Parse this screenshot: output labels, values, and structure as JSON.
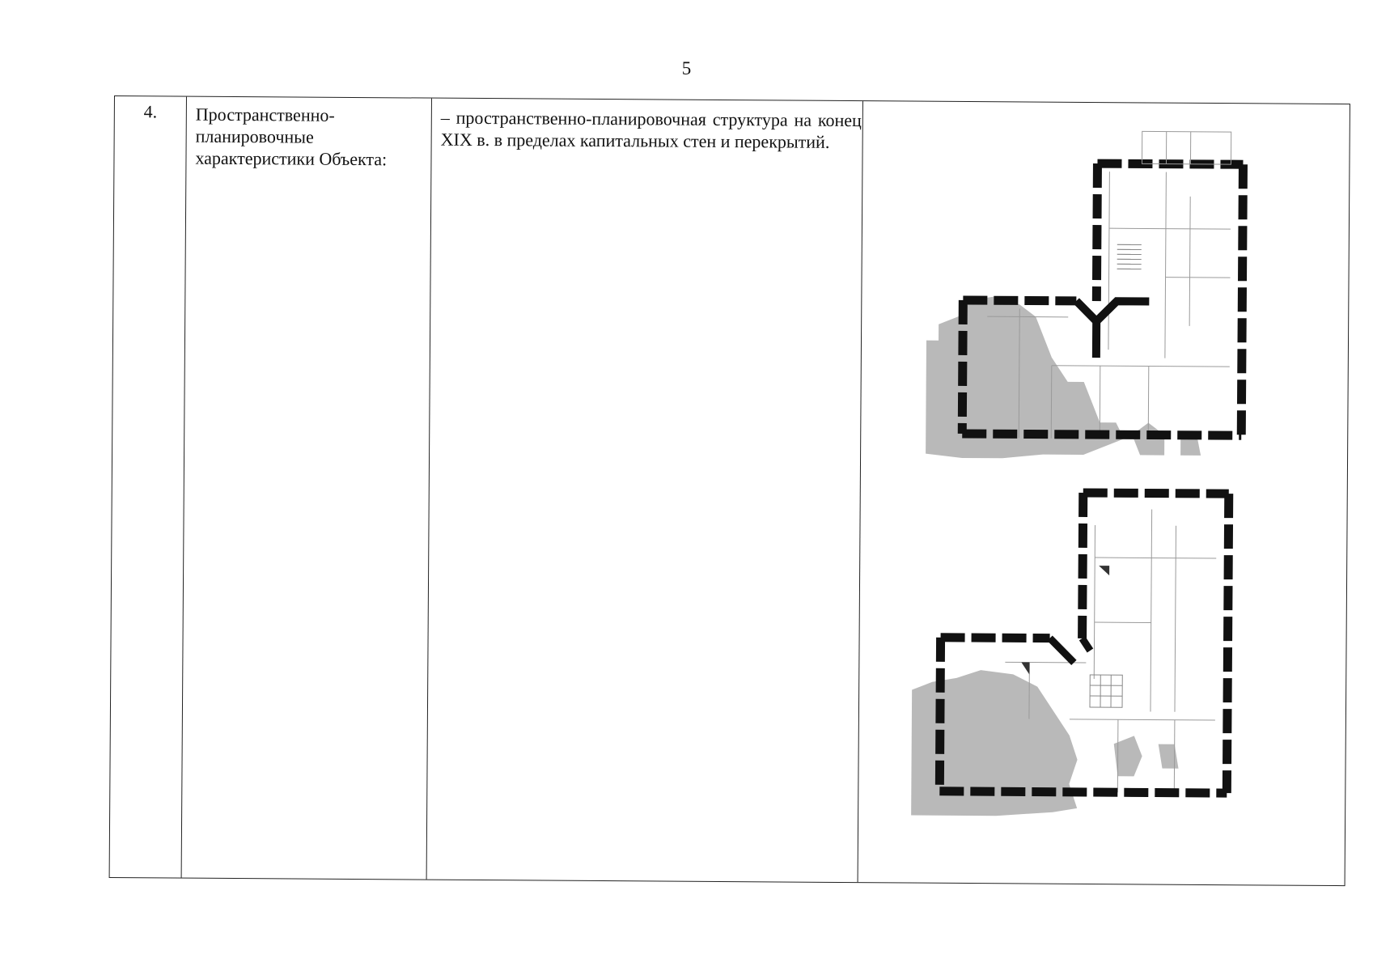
{
  "page": {
    "number": "5"
  },
  "row": {
    "number": "4.",
    "label_lines": [
      "Пространственно-",
      "планировочные",
      "характеристики Объекта:"
    ],
    "description": "– пространственно-планировочная структура на конец XIX в. в пределах капитальных стен и перекрытий."
  },
  "images": [
    {
      "name": "floor-plan-upper",
      "description_icon": "floor-plan"
    },
    {
      "name": "floor-plan-lower",
      "description_icon": "floor-plan"
    }
  ],
  "colors": {
    "wall": "#111111",
    "hatch": "#b9b9b9",
    "line": "#222222"
  }
}
